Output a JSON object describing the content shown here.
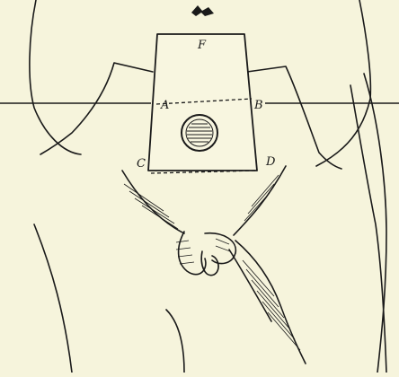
{
  "figure": {
    "labels": {
      "f": "F",
      "a": "A",
      "b": "B",
      "c": "C",
      "d": "D"
    },
    "colors": {
      "background": "#f6f4dc",
      "ink": "#1a1a1a"
    }
  }
}
